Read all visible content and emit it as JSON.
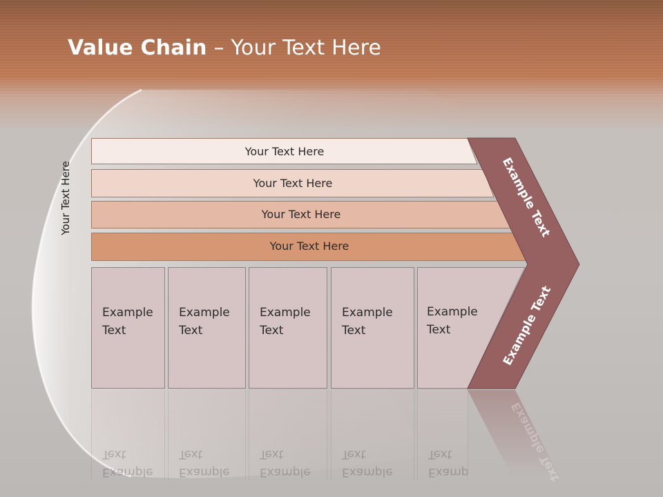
{
  "slide": {
    "title_bold": "Value Chain",
    "title_rest": " – Your Text Here",
    "vertical_label": "Your Text Here",
    "bars": [
      {
        "label": "Your Text Here",
        "color": "#f6ebe6"
      },
      {
        "label": "Your Text Here",
        "color": "#efd5ca"
      },
      {
        "label": "Your Text Here",
        "color": "#e4b9a5"
      },
      {
        "label": "Your Text Here",
        "color": "#d59774"
      }
    ],
    "boxes": [
      {
        "line1": "Example",
        "line2": "Text"
      },
      {
        "line1": "Example",
        "line2": "Text"
      },
      {
        "line1": "Example",
        "line2": "Text"
      },
      {
        "line1": "Example",
        "line2": "Text"
      },
      {
        "line1": "Example",
        "line2": "Text"
      }
    ],
    "chevron_top_label": "Example Text",
    "chevron_bottom_label": "Example Text",
    "chevron_color": "#976162",
    "box_color": "#d6c3c4"
  }
}
